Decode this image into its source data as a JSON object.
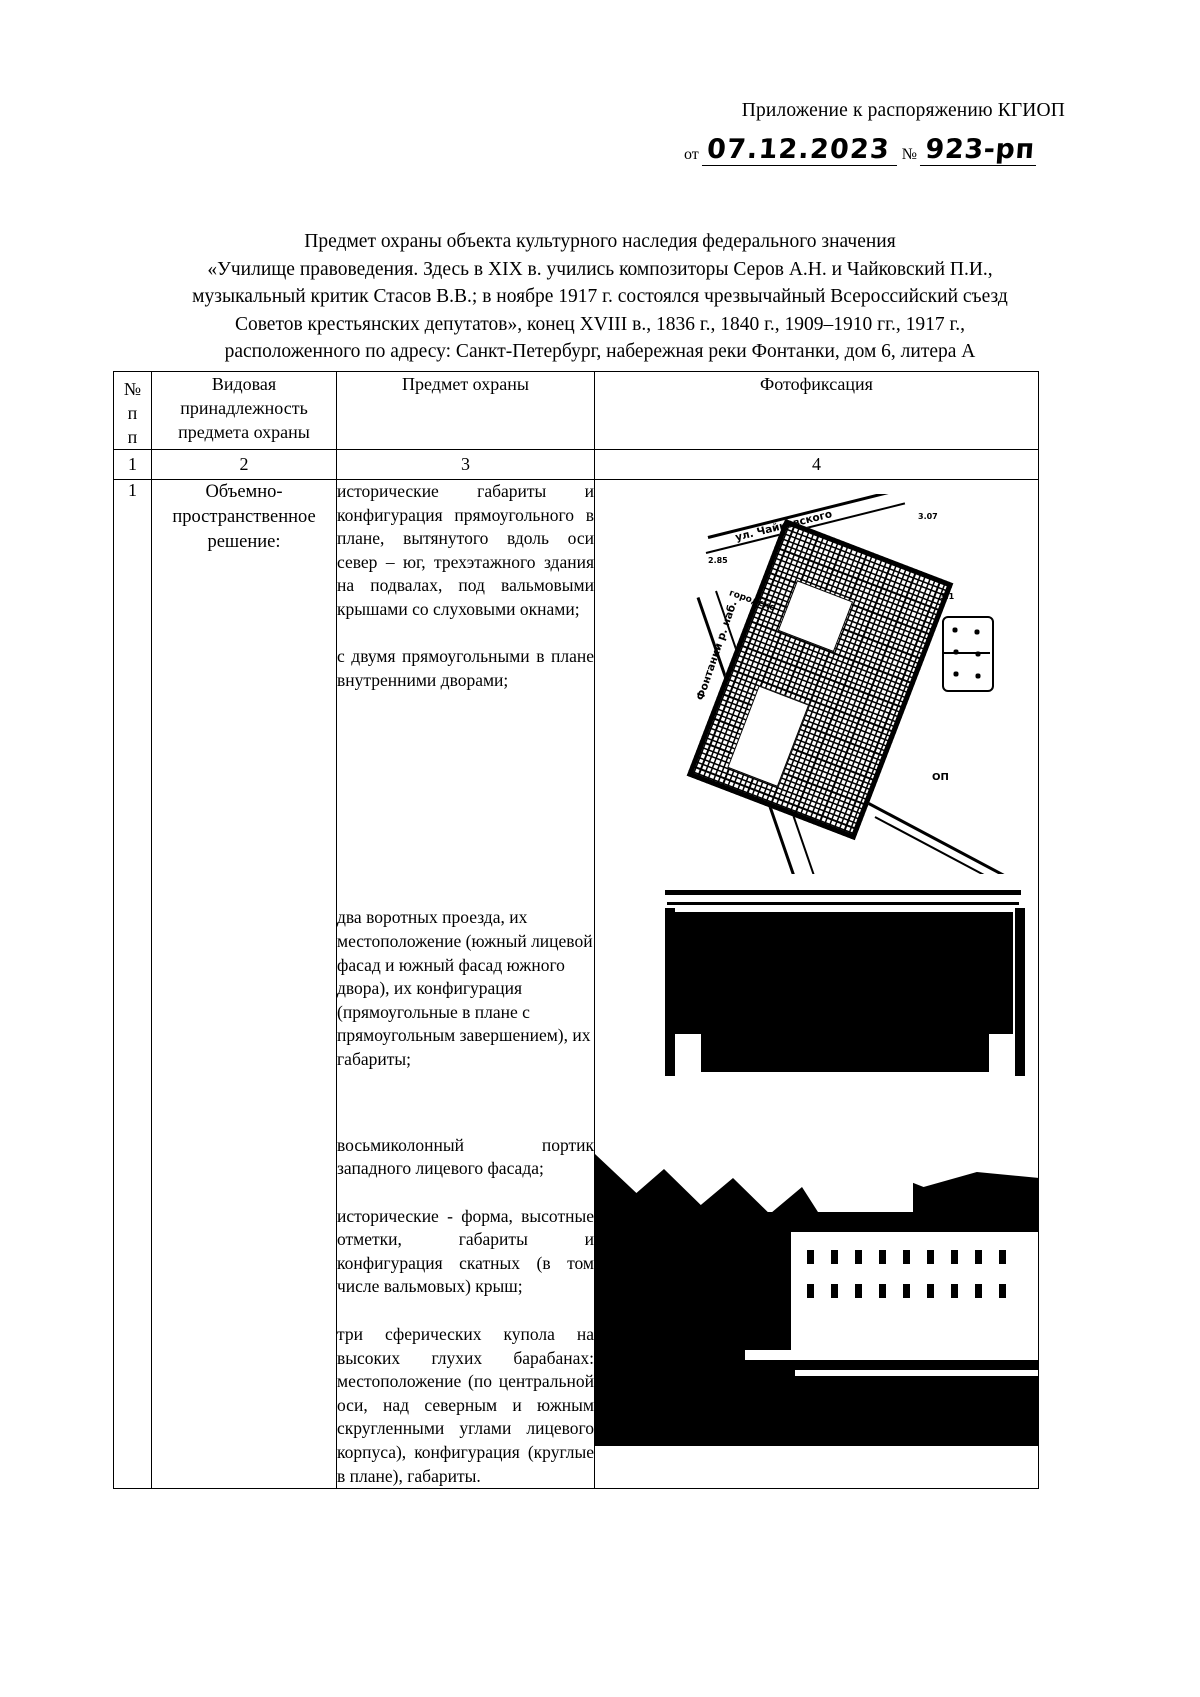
{
  "header": {
    "appendix_line": "Приложение к распоряжению КГИОП",
    "ot_label": "от",
    "date_value": "07.12.2023",
    "no_label": "№",
    "number_value": "923-рп"
  },
  "title": {
    "line1": "Предмет охраны  объекта культурного наследия федерального значения",
    "line2": "«Училище правоведения. Здесь в XIX в. учились композиторы Серов А.Н. и Чайковский П.И.,",
    "line3": "музыкальный критик Стасов В.В.; в ноябре 1917 г. состоялся чрезвычайный Всероссийский съезд",
    "line4": "Советов крестьянских депутатов», конец XVIII в., 1836 г., 1840 г., 1909–1910 гг., 1917 г.,",
    "line5": "расположенного по адресу: Санкт-Петербург, набережная реки Фонтанки, дом 6, литера А"
  },
  "table": {
    "headers": {
      "col1_l1": "№",
      "col1_l2": "п",
      "col1_l3": "п",
      "col2_l1": "Видовая",
      "col2_l2": "принадлежность",
      "col2_l3": "предмета охраны",
      "col3": "Предмет охраны",
      "col4": "Фотофиксация"
    },
    "colnumbers": {
      "c1": "1",
      "c2": "2",
      "c3": "3",
      "c4": "4"
    },
    "rows": [
      {
        "index": "1",
        "kind_l1": "Объемно-",
        "kind_l2": "пространственное",
        "kind_l3": "решение:",
        "subjects": [
          "исторические габариты и конфигурация прямоугольного в плане, вытянутого вдоль оси север – юг, трехэтажного здания на подвалах, под вальмовыми крышами со слуховыми окнами;",
          "с двумя прямоугольными в плане внутренними дворами;",
          "два воротных проезда, их местоположение (южный лицевой фасад и южный фасад южного двора), их конфигурация (прямоугольные в плане с прямоугольным завершением), их габариты;",
          "восьмиколонный портик западного лицевого фасада;",
          "исторические - форма, высотные отметки, габариты и конфигурация скатных (в том числе вальмовых) крыш;",
          "три сферических купола на высоких глухих барабанах: местоположение (по центральной оси, над северным и южным скругленными углами лицевого корпуса), конфигурация (круглые в плане), габариты."
        ],
        "photos": [
          {
            "caption_labels": {
              "street_top": "ул. Чайковского",
              "street_left": "Фонтанки р. наб.",
              "district": "городско",
              "op_mark": "ОП",
              "height_mark_1": "3.07",
              "height_mark_2": "2.85",
              "height_mark_3": "3.1"
            },
            "icon": "site-plan-map"
          },
          {
            "icon": "gate-passage-photo"
          },
          {
            "icon": "facade-embankment-photo"
          }
        ]
      }
    ]
  }
}
